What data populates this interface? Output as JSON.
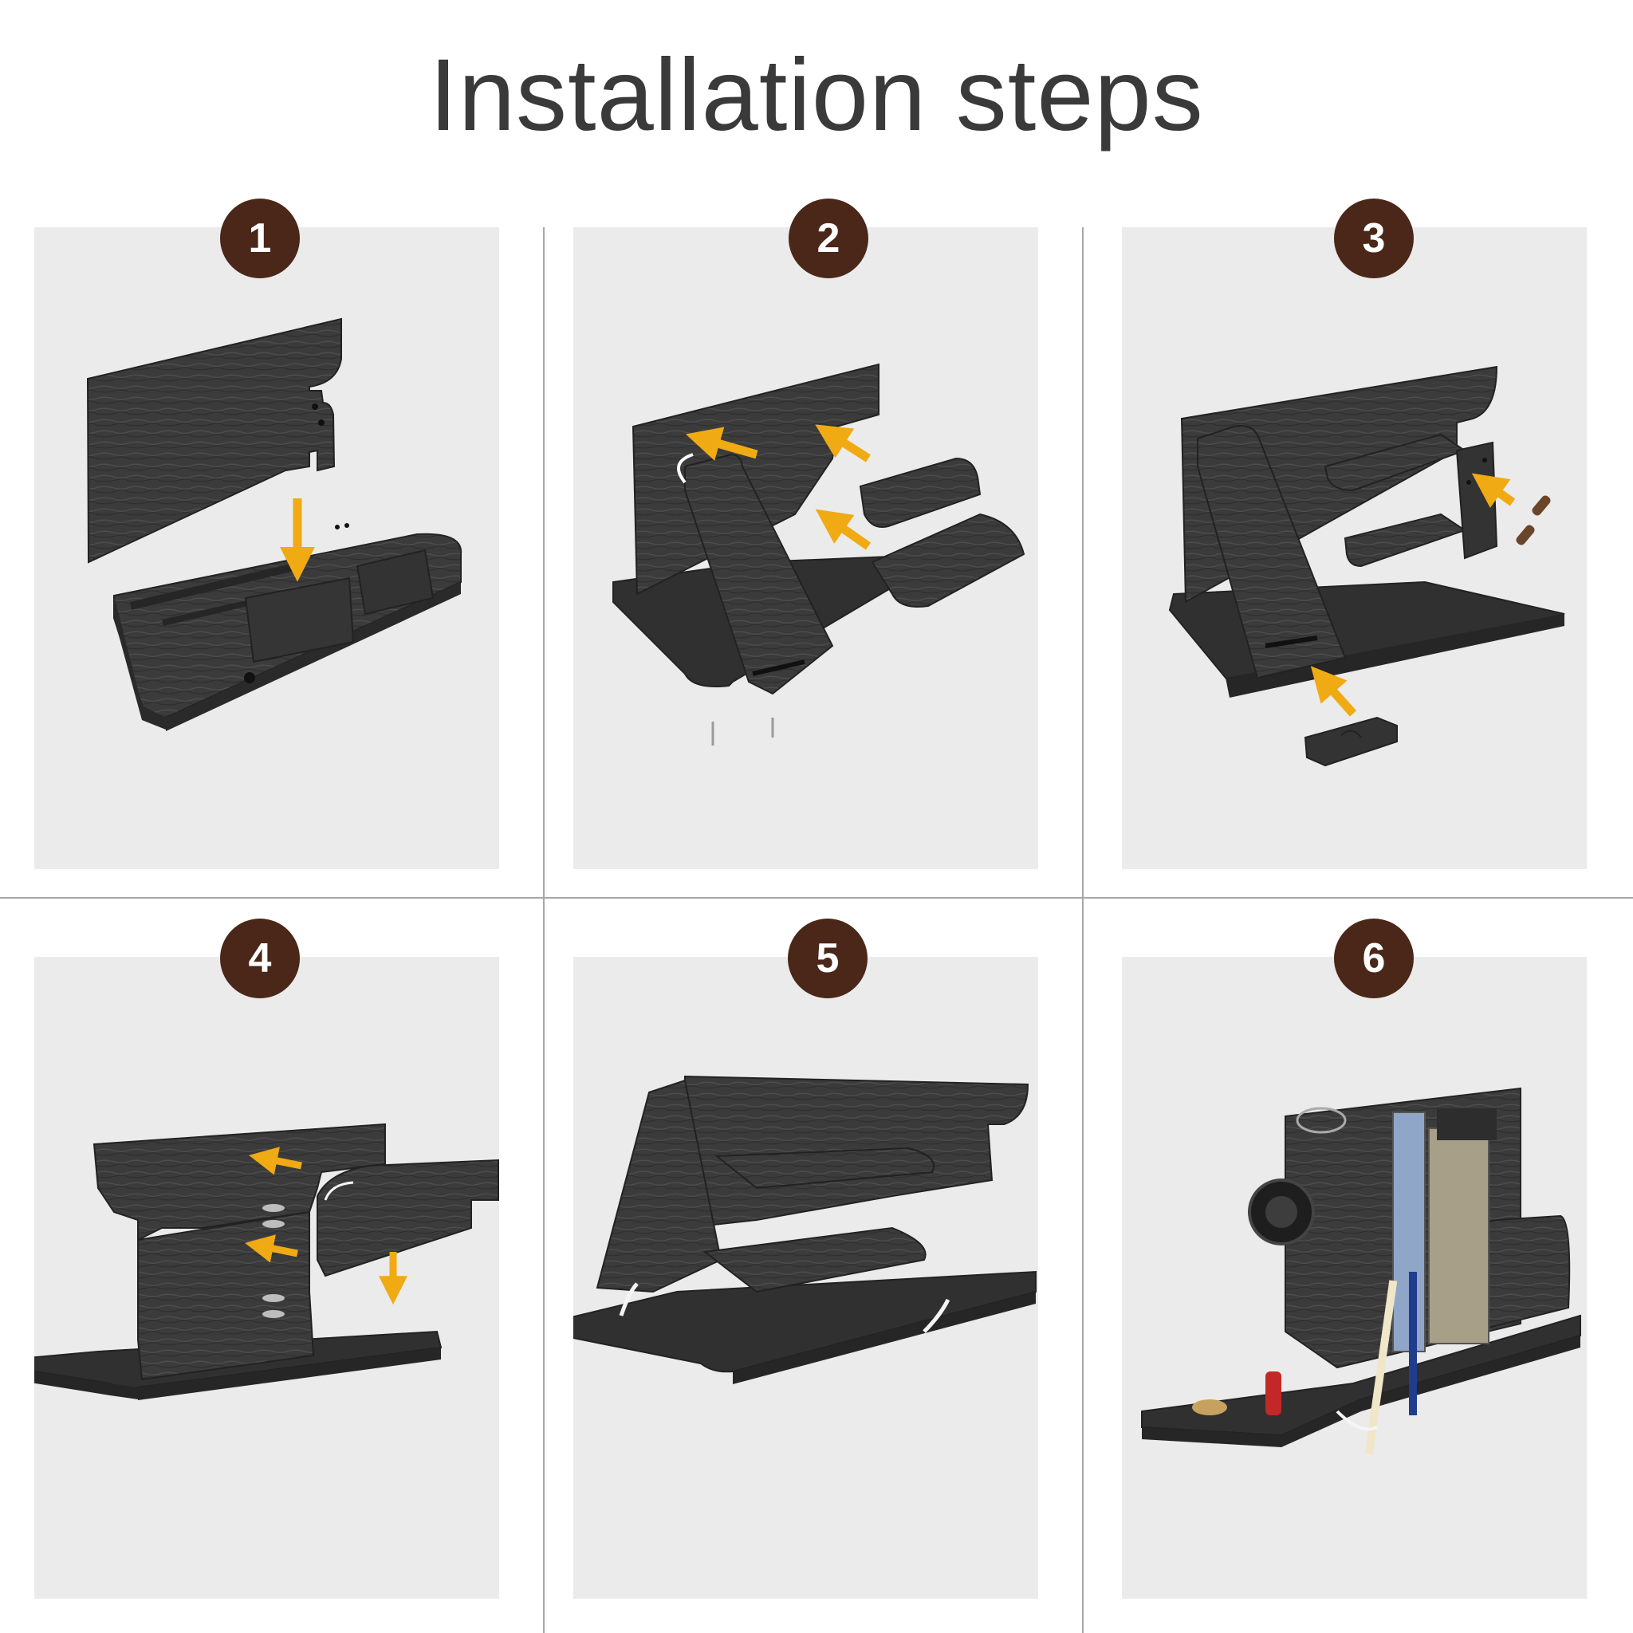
{
  "title": "Installation steps",
  "colors": {
    "badge": "#4a2718",
    "panel": "#ebebeb",
    "wood": "#3d3d3d",
    "arrow": "#f0aa14"
  },
  "steps": [
    {
      "number": "1"
    },
    {
      "number": "2"
    },
    {
      "number": "3"
    },
    {
      "number": "4"
    },
    {
      "number": "5"
    },
    {
      "number": "6"
    }
  ]
}
